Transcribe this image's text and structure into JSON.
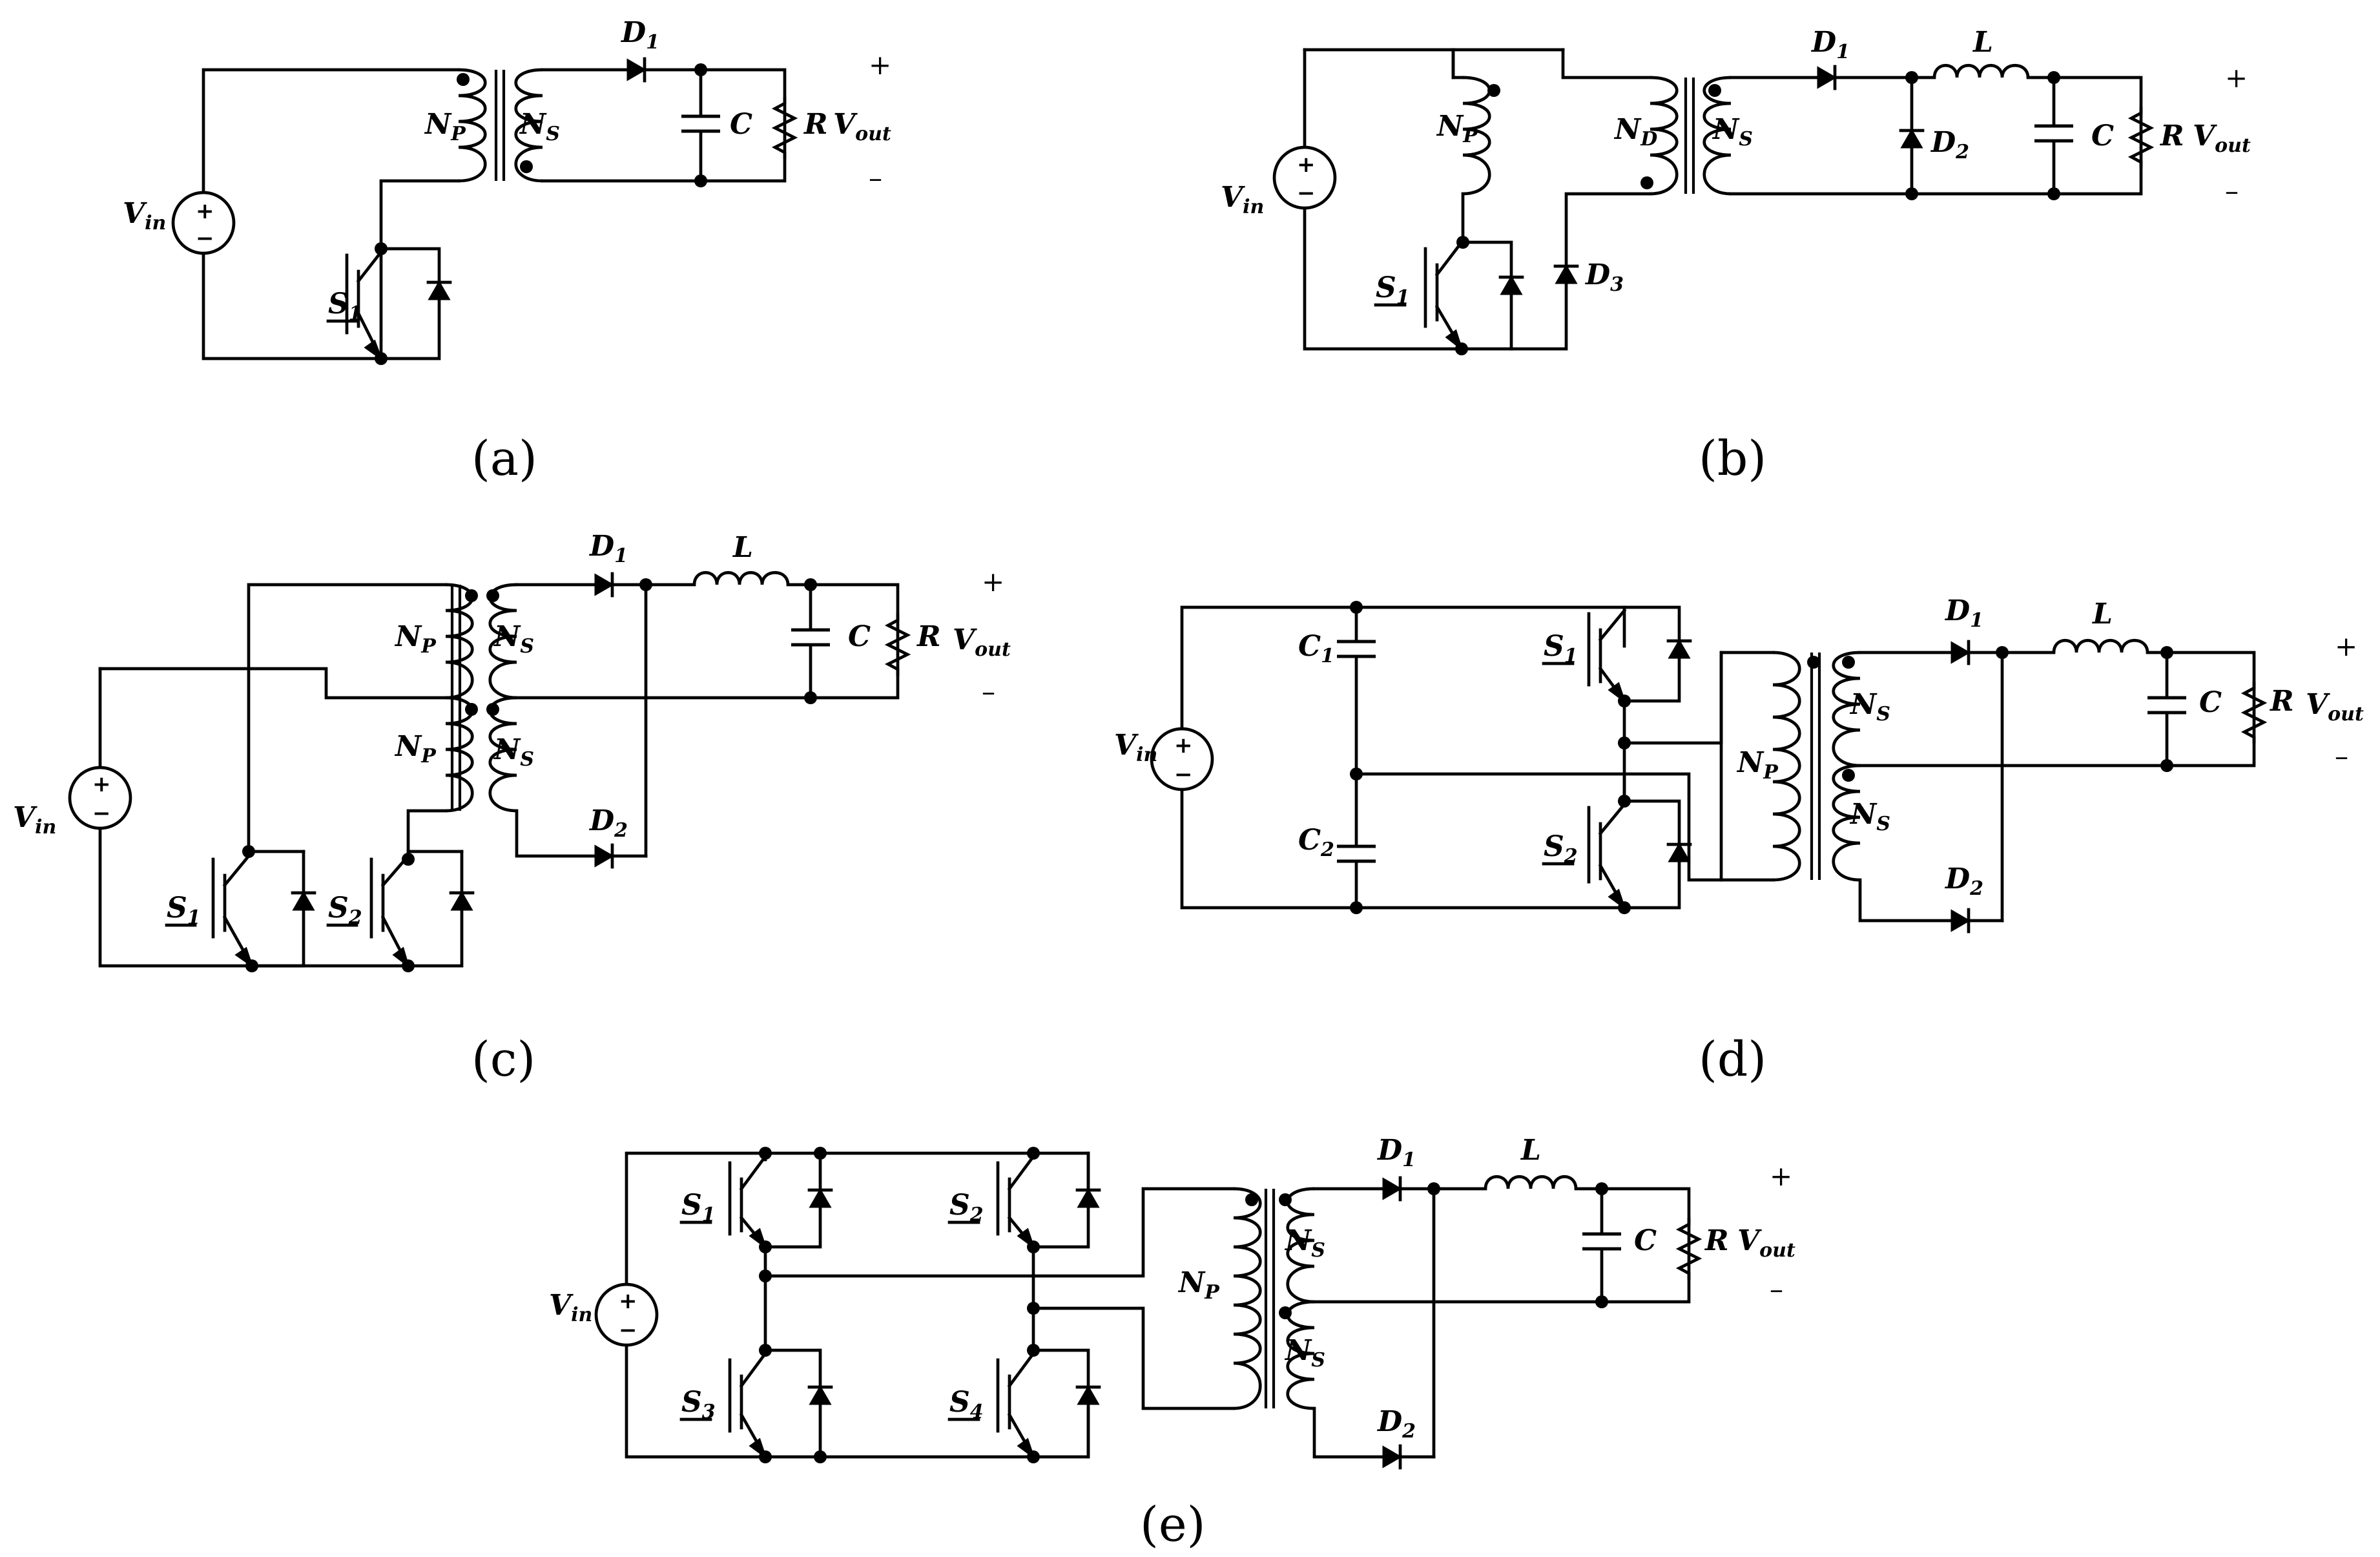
{
  "subfigures": [
    {
      "id": "a",
      "caption": "(a)"
    },
    {
      "id": "b",
      "caption": "(b)"
    },
    {
      "id": "c",
      "caption": "(c)"
    },
    {
      "id": "d",
      "caption": "(d)"
    },
    {
      "id": "e",
      "caption": "(e)"
    }
  ],
  "labels": {
    "vin_main": "V",
    "vin_sub": "in",
    "vout_main": "V",
    "vout_sub": "out",
    "np_main": "N",
    "np_sub": "P",
    "ns_main": "N",
    "ns_sub": "S",
    "nd_main": "N",
    "nd_sub": "D",
    "s_main": "S",
    "d_main": "D",
    "c_main": "C",
    "c": "C",
    "r": "R",
    "l": "L",
    "plus": "+",
    "minus": "–",
    "sub1": "1",
    "sub2": "2",
    "sub3": "3",
    "sub4": "4"
  }
}
